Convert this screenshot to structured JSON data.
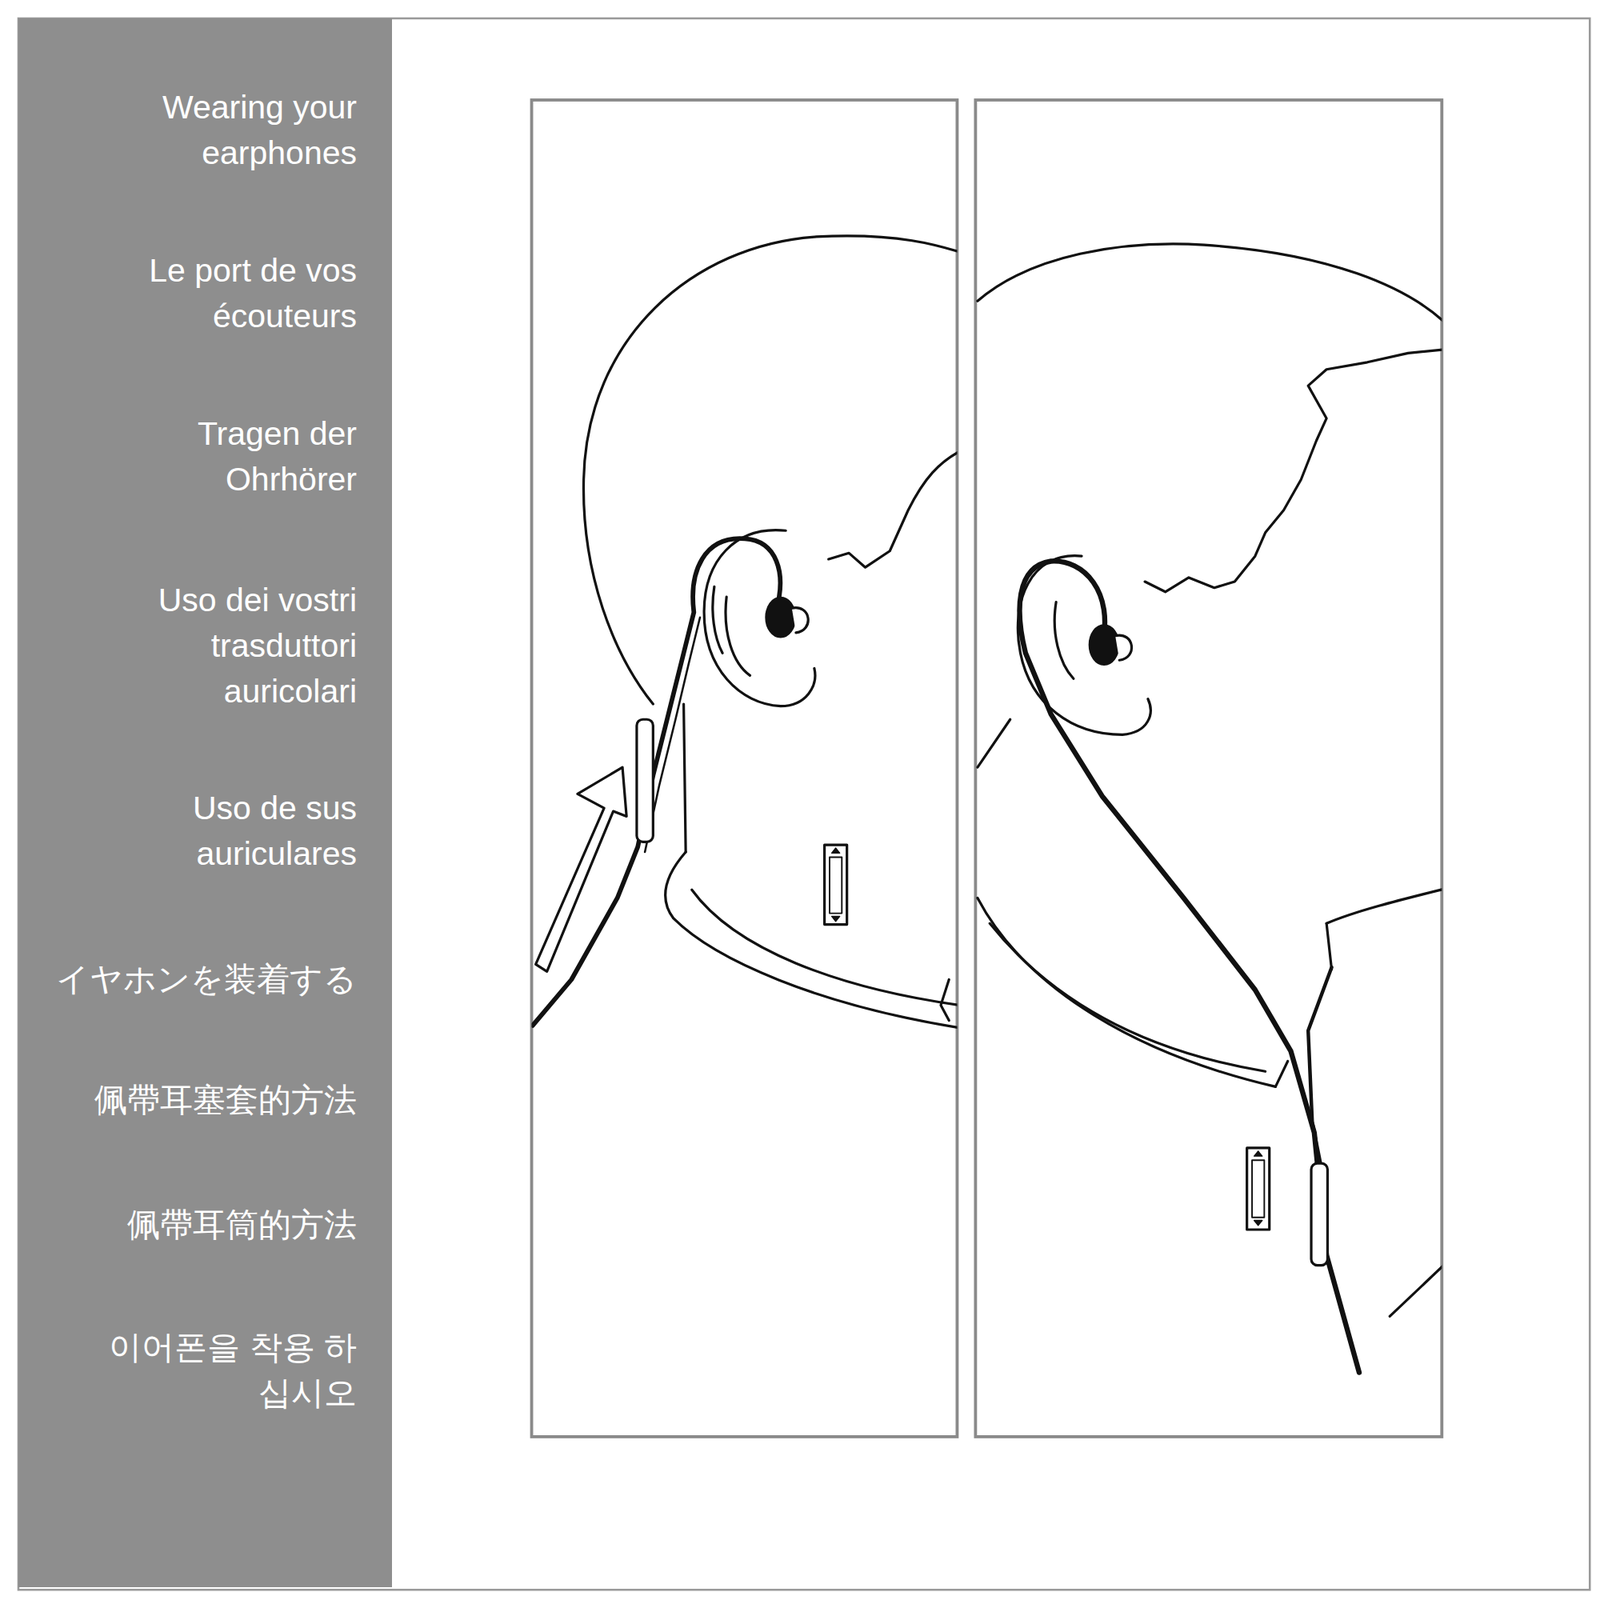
{
  "diagram": {
    "nodes": [
      {
        "text": [
          "Wearing your earphones",
          "Le port de vos écouteurs",
          "Tragen der Ohrhörer",
          "Uso dei vostri trasduttori auricolari",
          "Uso de sus auriculares",
          "イヤホンを装着する",
          "佩帶耳塞套的方法",
          "佩帶耳筒的方法",
          "이어폰을 착용 하십시오"
        ]
      }
    ]
  }
}
